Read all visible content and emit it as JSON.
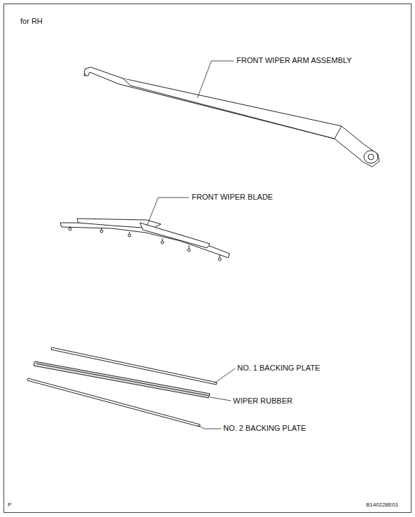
{
  "diagram": {
    "labels": [
      "for RH",
      "FRONT WIPER ARM ASSEMBLY",
      "FRONT WIPER BLADE",
      "NO. 1 BACKING PLATE",
      "WIPER RUBBER",
      "NO. 2 BACKING PLATE",
      "P",
      "B140228E01"
    ]
  }
}
